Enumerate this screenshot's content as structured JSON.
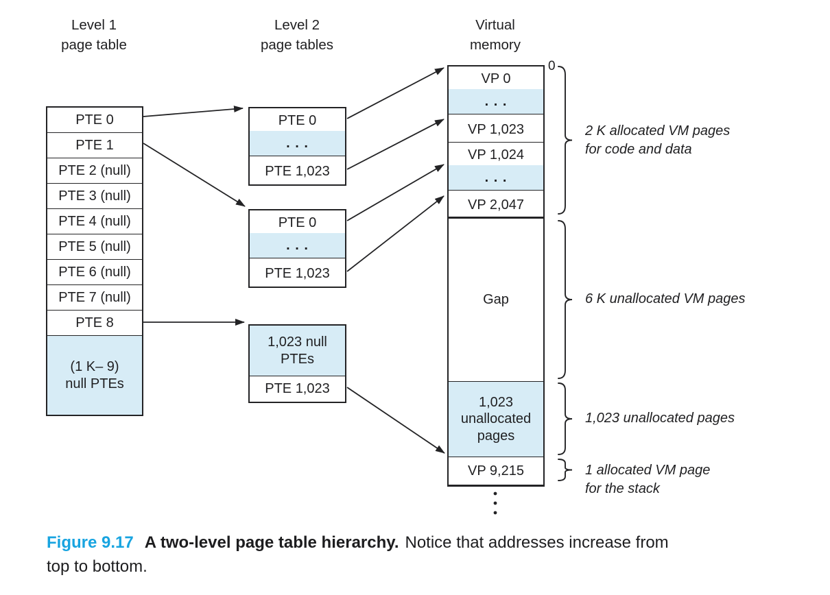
{
  "headers": {
    "level1": {
      "line1": "Level 1",
      "line2": "page table"
    },
    "level2": {
      "line1": "Level 2",
      "line2": "page tables"
    },
    "vm": {
      "line1": "Virtual",
      "line2": "memory"
    }
  },
  "level1_table": {
    "rows": [
      "PTE 0",
      "PTE 1",
      "PTE 2 (null)",
      "PTE 3 (null)",
      "PTE 4 (null)",
      "PTE 5 (null)",
      "PTE 6 (null)",
      "PTE 7 (null)",
      "PTE 8",
      "(1 K– 9)\nnull PTEs"
    ]
  },
  "level2_tables": {
    "table1": {
      "rows": [
        "PTE 0",
        ". . .",
        "PTE 1,023"
      ]
    },
    "table2": {
      "rows": [
        "PTE 0",
        ". . .",
        "PTE 1,023"
      ]
    },
    "table3": {
      "rows": [
        "1,023 null\nPTEs",
        "PTE 1,023"
      ]
    }
  },
  "virtual_memory": {
    "address_origin": "0",
    "rows": [
      "VP 0",
      ". . .",
      "VP 1,023",
      "VP 1,024",
      ". . .",
      "VP 2,047",
      "Gap",
      "1,023\nunallocated\npages",
      "VP 9,215"
    ]
  },
  "annotations": {
    "allocated_code_data": {
      "line1": "2 K allocated VM pages",
      "line2": "for code and data"
    },
    "unallocated_6k": {
      "line1": "6 K unallocated VM pages"
    },
    "unallocated_1023": {
      "line1": "1,023 unallocated pages"
    },
    "allocated_stack": {
      "line1": "1 allocated VM page",
      "line2": "for the stack"
    }
  },
  "caption": {
    "figure_label": "Figure 9.17",
    "title": "A two-level page table hierarchy.",
    "note_line1": "Notice that addresses increase from",
    "note_line2": "top to bottom."
  },
  "colors": {
    "shaded_cell": "#d7ecf6",
    "line": "#232325",
    "figure_label_accent": "#18a4e0"
  }
}
